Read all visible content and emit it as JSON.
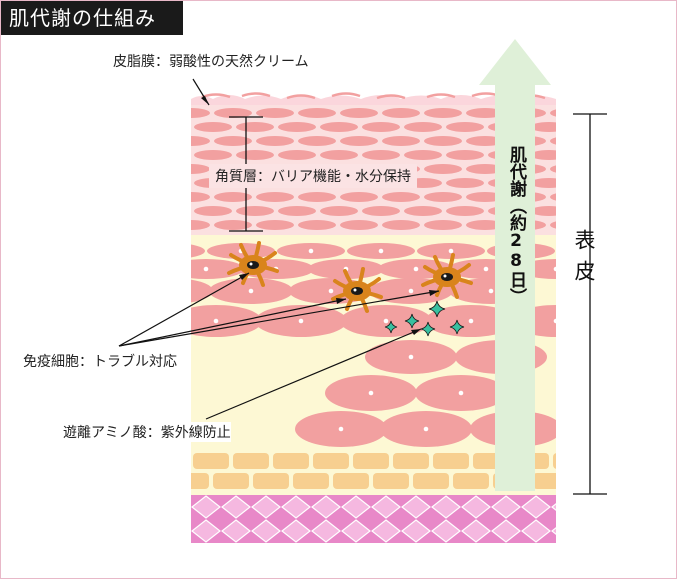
{
  "title": "肌代謝の仕組み",
  "labels": {
    "sebum": "皮脂膜：弱酸性の天然クリーム",
    "horny": "角質層：バリア機能・水分保持",
    "immune": "免疫細胞：トラブル対応",
    "amino": "遊離アミノ酸：紫外線防止"
  },
  "turnover_label": "肌代謝（約28日）",
  "epidermis_label": "表皮",
  "colors": {
    "title_bg": "#1a1a1a",
    "horny_cell": "#f2a0a0",
    "horny_bg": "#fbe0e0",
    "spinous_bg": "#fdf8d4",
    "basal_cell": "#f7cf90",
    "dermis": "#e888c8",
    "arrow": "#dff0d8",
    "immune_cell": "#d9841c",
    "sparkle": "#38c0a0"
  }
}
